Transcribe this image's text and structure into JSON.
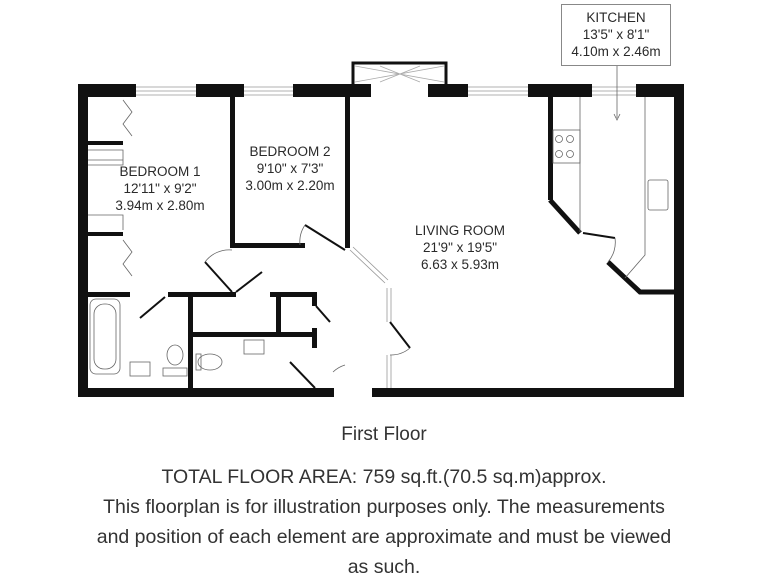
{
  "rooms": {
    "bedroom1": {
      "name": "BEDROOM 1",
      "imperial": "12'11\" x 9'2\"",
      "metric": "3.94m x 2.80m"
    },
    "bedroom2": {
      "name": "BEDROOM 2",
      "imperial": "9'10\" x 7'3\"",
      "metric": "3.00m x 2.20m"
    },
    "living": {
      "name": "LIVING ROOM",
      "imperial": "21'9\" x 19'5\"",
      "metric": "6.63 x 5.93m"
    },
    "kitchen": {
      "name": "KITCHEN",
      "imperial": "13'5\" x 8'1\"",
      "metric": "4.10m x 2.46m"
    }
  },
  "floor_label": "First Floor",
  "notes": [
    "TOTAL FLOOR AREA: 759 sq.ft.(70.5 sq.m)approx.",
    "This floorplan is for illustration purposes only. The measurements",
    "and position of each element are approximate and must be viewed",
    "as such."
  ]
}
